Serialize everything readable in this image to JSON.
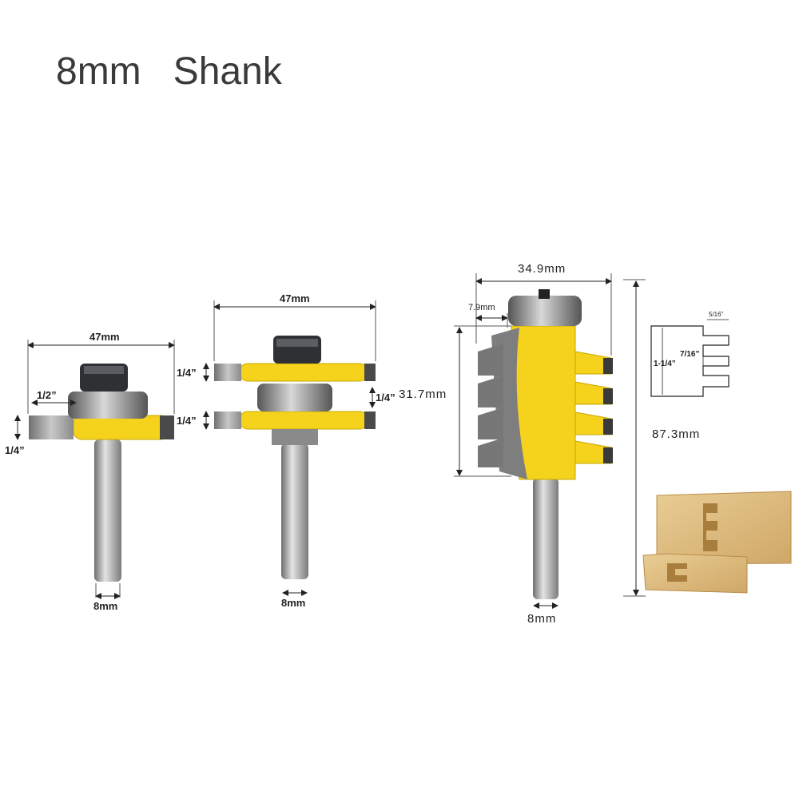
{
  "title": "8mm   Shank",
  "bit1": {
    "width": "47mm",
    "bearing": "1/2”",
    "cutter": "1/4”",
    "shank": "8mm"
  },
  "bit2": {
    "width": "47mm",
    "top_cutter": "1/4”",
    "bottom_cutter": "1/4”",
    "spacer": "1/4”",
    "shank": "8mm"
  },
  "bit3": {
    "width": "34.9mm",
    "bearing": "7.9mm",
    "cut_height": "31.7mm",
    "total_length": "87.3mm",
    "shank": "8mm"
  },
  "profile": {
    "height": "1-1/4”",
    "pitch": "7/16”",
    "tooth": "5/16”"
  },
  "colors": {
    "yellow": "#f5d21c",
    "steel": "#9a9a9a",
    "wood": "#e0bf82"
  }
}
